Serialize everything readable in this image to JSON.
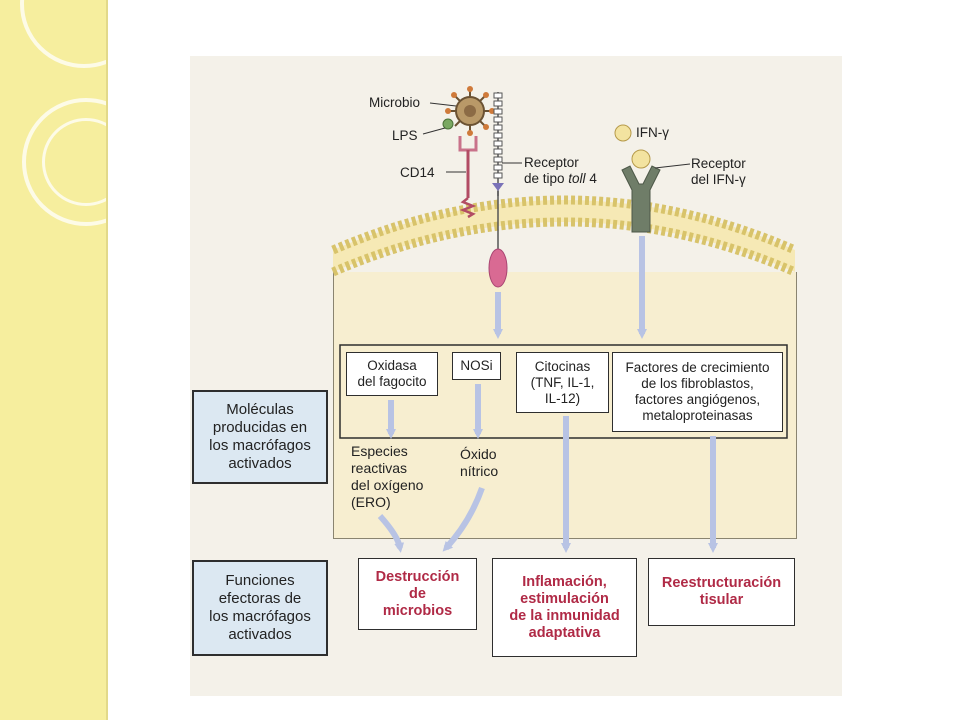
{
  "labels": {
    "microbio": "Microbio",
    "lps": "LPS",
    "cd14": "CD14",
    "tlr4_line1": "Receptor",
    "tlr4_line2_a": "de tipo ",
    "tlr4_line2_b": "toll",
    "tlr4_line2_c": " 4",
    "ifn": "IFN-γ",
    "ifn_receptor_line1": "Receptor",
    "ifn_receptor_line2": "del IFN-γ"
  },
  "molecules_box": {
    "oxidasa": "Oxidasa\ndel fagocito",
    "nosi": "NOSi",
    "citocinas": "Citocinas\n(TNF, IL-1,\nIL-12)",
    "factores": "Factores de crecimiento\nde los fibroblastos,\nfactores angiógenos,\nmetaloproteinasas"
  },
  "products": {
    "especies": "Especies\nreactivas\ndel oxígeno\n(ERO)",
    "oxido": "Óxido\nnítrico"
  },
  "side_boxes": {
    "moleculas": "Moléculas\nproducidas en\nlos macrófagos\nactivados",
    "funciones": "Funciones\nefectoras de\nlos macrófagos\nactivados"
  },
  "functions": {
    "destruccion": "Destrucción\nde\nmicrobios",
    "inflamacion": "Inflamación,\nestimulación\nde la inmunidad\nadaptativa",
    "reestructuracion": "Reestructuración\ntisular"
  },
  "colors": {
    "sidebar": "#f6ee9e",
    "side_box_fill": "#dce8f2",
    "function_text": "#b02a46",
    "arrow": "#b8c3e4",
    "membrane_head": "#e8d68a",
    "tlr_pink": "#d96a93",
    "ifn_receptor": "#6f7d68"
  }
}
